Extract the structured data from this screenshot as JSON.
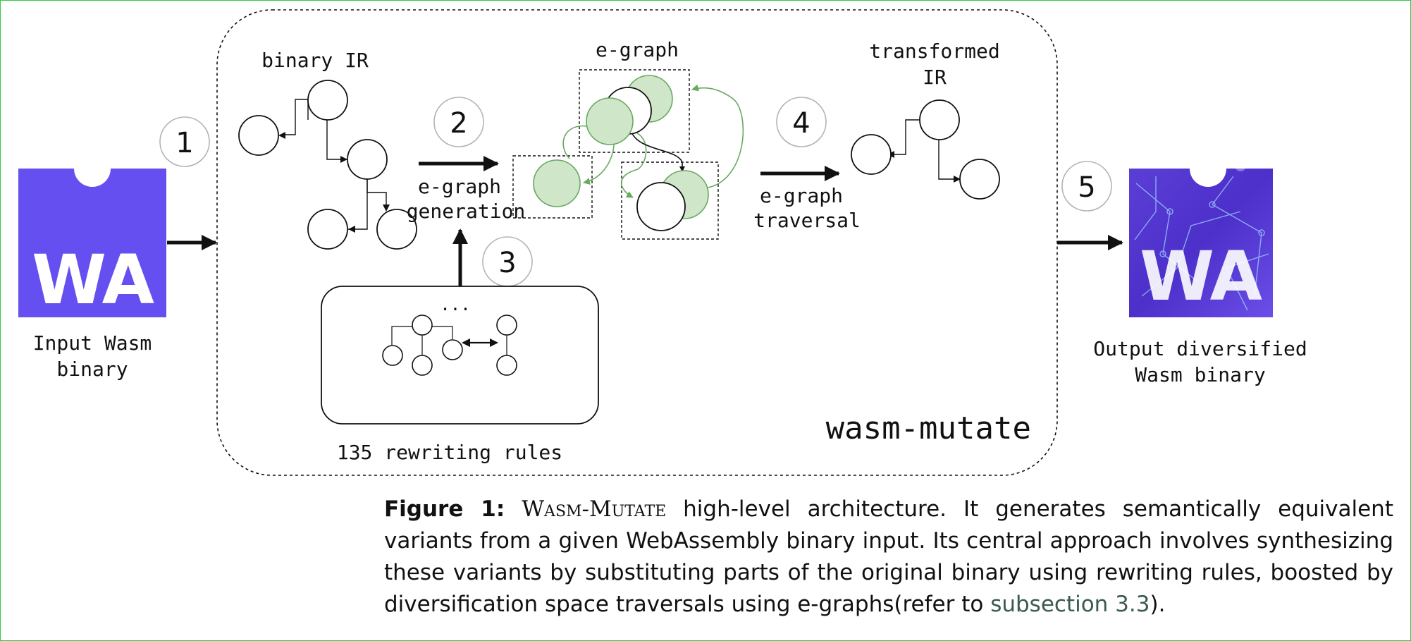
{
  "wa_icon_text": "WA",
  "labels": {
    "input": [
      "Input Wasm",
      "binary"
    ],
    "binary_ir": "binary IR",
    "egraph": "e-graph",
    "transformed": [
      "transformed",
      "IR"
    ],
    "generation": [
      "e-graph",
      "generation"
    ],
    "traversal": [
      "e-graph",
      "traversal"
    ],
    "rules": "135 rewriting rules",
    "ellipsis": "...",
    "tool": "wasm-mutate",
    "output": [
      "Output diversified",
      "Wasm binary"
    ]
  },
  "steps": [
    "1",
    "2",
    "3",
    "4",
    "5"
  ],
  "caption": {
    "figure_label": "Figure 1:",
    "tool_name": "Wasm-Mutate",
    "text_1": " high-level architecture.  It generates semantically equivalent variants from a given WebAssembly binary input.  Its central approach involves synthesizing these variants by substituting parts of the original binary using rewriting rules, boosted by diversification space traversals using e-graphs(refer to ",
    "ref": "subsection 3.3",
    "text_2": ")."
  },
  "colors": {
    "wa_purple": "#654ff0",
    "egraph_green": "#cfe6c8",
    "egraph_stroke": "#69a862",
    "step_circle": "#b5b5b5",
    "frame_green": "#2ecc40",
    "ref_color": "#3a5a52"
  }
}
